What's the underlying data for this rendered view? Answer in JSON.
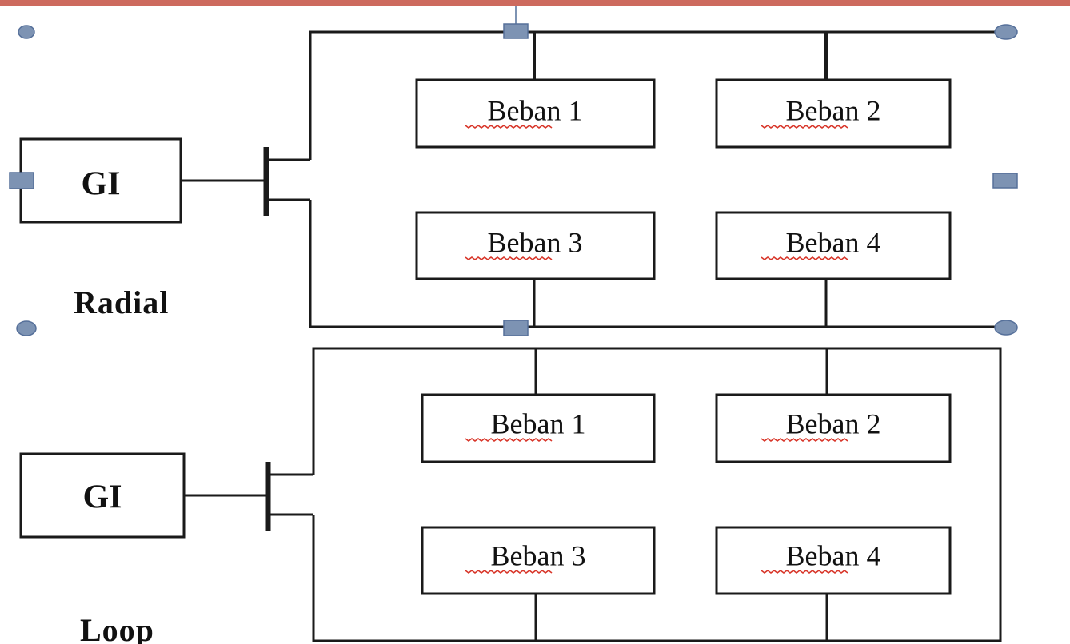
{
  "radial": {
    "source_label": "GI",
    "caption": "Radial",
    "loads": [
      "Beban 1",
      "Beban 2",
      "Beban 3",
      "Beban 4"
    ]
  },
  "loop": {
    "source_label": "GI",
    "caption": "Loop",
    "loads": [
      "Beban 1",
      "Beban 2",
      "Beban 3",
      "Beban 4"
    ]
  },
  "colors": {
    "top_bar": "#cd6a5e",
    "wire": "#1a1a1a",
    "selection_handle": "#7d93b3",
    "spellcheck_underline": "#d8362a"
  },
  "icons": [
    "switch-symbol",
    "selection-handle",
    "rotation-handle"
  ]
}
